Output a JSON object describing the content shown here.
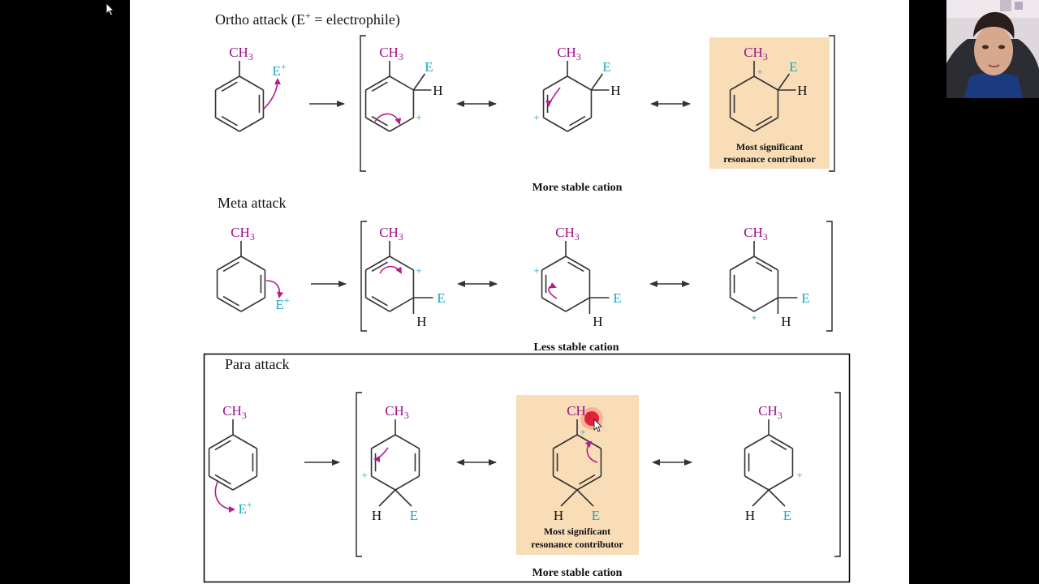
{
  "colors": {
    "methyl": "#9c0f8a",
    "electrophile": "#19a9c0",
    "bond": "#333333",
    "highlight": "#f8ddb7",
    "arrow": "#b81c8c"
  },
  "ortho": {
    "heading": "Ortho attack (E",
    "heading_sup": "+",
    "heading_tail": " = electrophile)",
    "caption": "More stable cation",
    "note_line1": "Most significant",
    "note_line2": "resonance contributor"
  },
  "meta": {
    "heading": "Meta attack",
    "caption": "Less stable cation"
  },
  "para": {
    "heading": "Para attack",
    "caption": "More stable cation",
    "note_line1": "Most significant",
    "note_line2": "resonance contributor"
  },
  "labels": {
    "ch": "CH",
    "sub3": "3",
    "e": "E",
    "h": "H",
    "plus": "+"
  },
  "icons": {
    "reaction": "long-right-arrow-icon",
    "resonance": "double-headed-arrow-icon",
    "pointer": "mouse-pointer-icon"
  }
}
